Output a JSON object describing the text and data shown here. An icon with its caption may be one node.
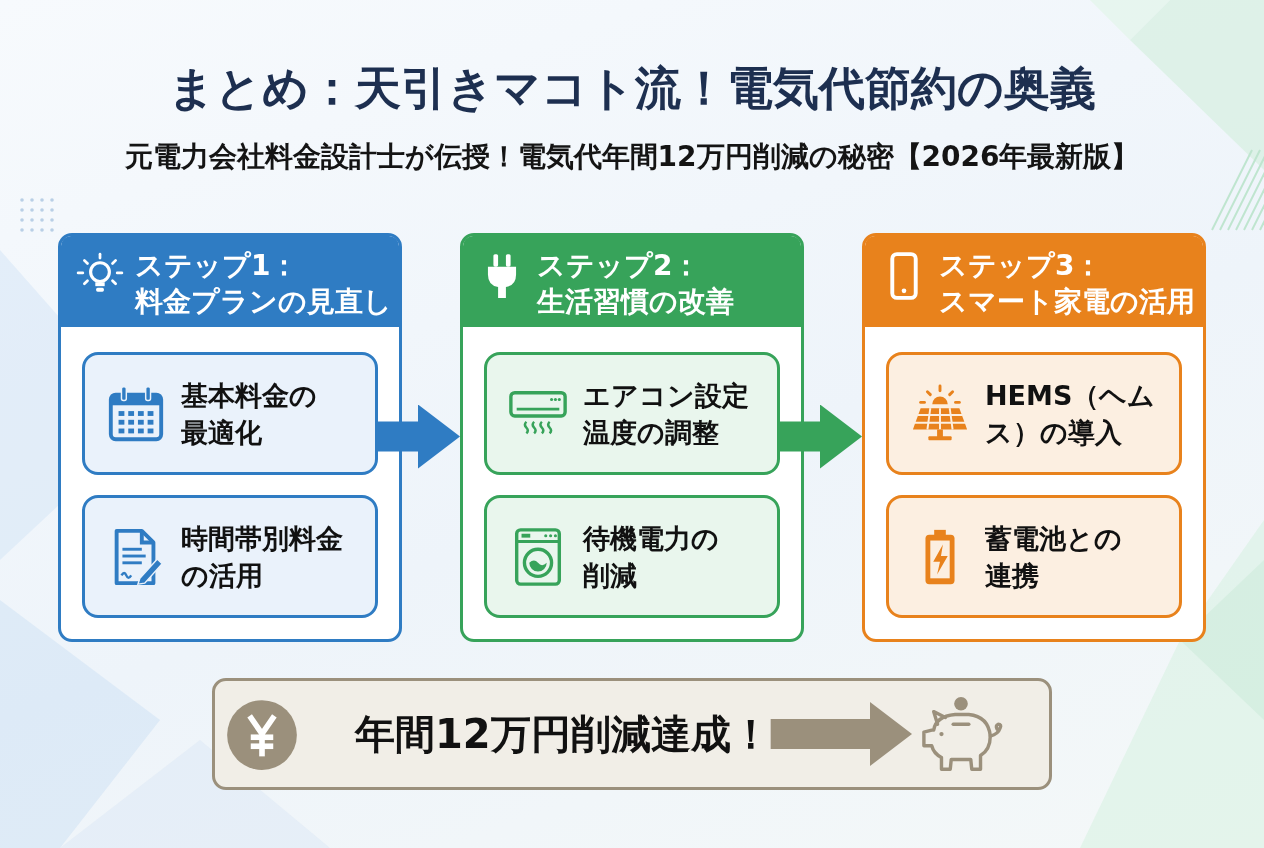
{
  "diagram": {
    "title": "まとめ：天引きマコト流！電気代節約の奥義",
    "nodes": [
      {
        "text": [
          "ステップ1：",
          "料金プランの見直し"
        ]
      },
      {
        "text": [
          "基本料金の最適化"
        ],
        "in": 0
      },
      {
        "text": [
          "時間帯別料金の活用"
        ],
        "in": 0
      },
      {
        "text": [
          "ステップ2：",
          "生活習慣の改善"
        ]
      },
      {
        "text": [
          "エアコン設定温度の調整"
        ],
        "in": 3
      },
      {
        "text": [
          "待機電力の削減"
        ],
        "in": 3
      },
      {
        "text": [
          "ステップ3：",
          "スマート家電の活用"
        ]
      },
      {
        "text": [
          "HEMS（ヘムス）の導入"
        ],
        "in": 6
      },
      {
        "text": [
          "蓄電池との連携"
        ],
        "in": 6
      },
      {
        "text": [],
        "shape": "box"
      },
      {
        "text": [
          "年間12万円削減達成！"
        ],
        "in": 9
      },
      {
        "text": [],
        "shape": "picture",
        "in": 9
      }
    ],
    "edges": [
      {
        "from": 1,
        "to": 3,
        "arrow": "to",
        "color": "#2f7cc3"
      },
      {
        "from": 4,
        "to": 6,
        "arrow": "to",
        "color": "#37a35a"
      },
      {
        "from": 10,
        "to": 11,
        "arrow": "to",
        "color": "#9b907c"
      }
    ],
    "labels": [
      "元電力会社料金設計士が伝授！電気代年間12万円削減の秘密【2026年最新版】"
    ]
  }
}
